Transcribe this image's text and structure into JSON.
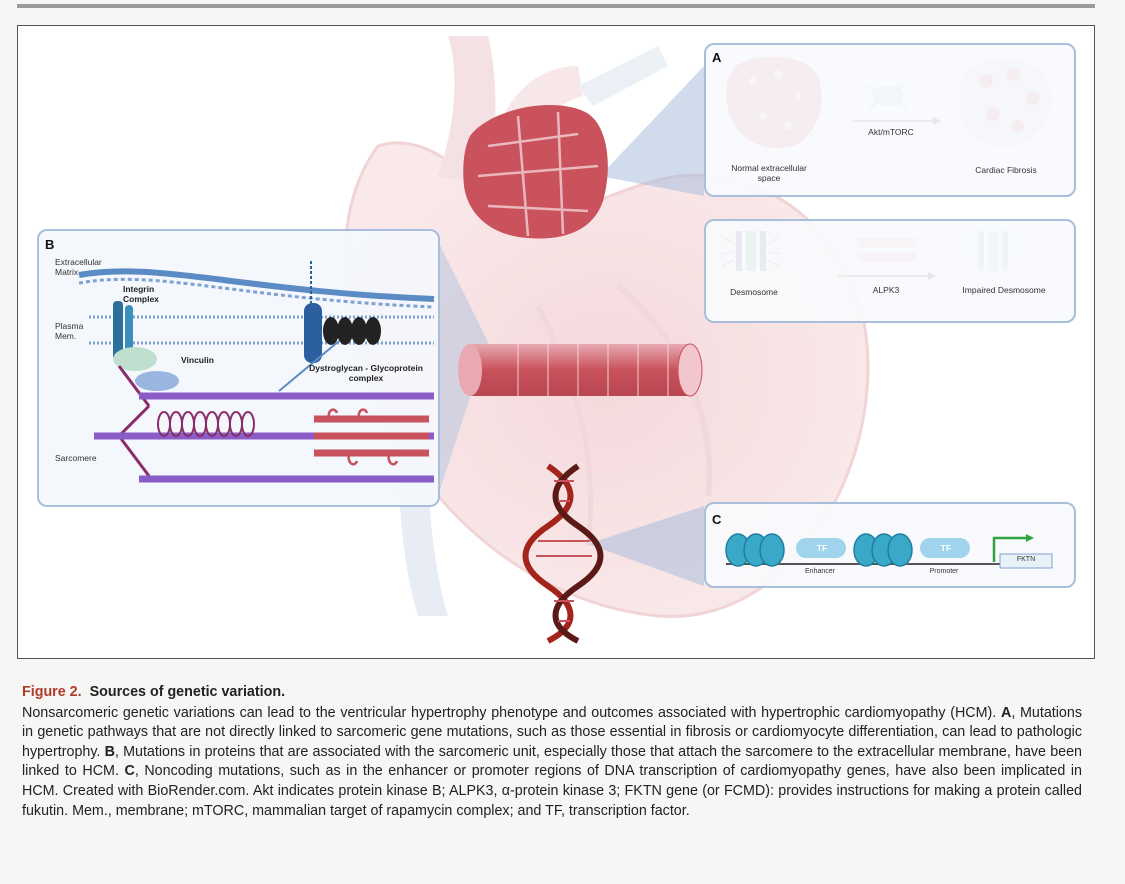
{
  "figure": {
    "panel_a": {
      "letter": "A",
      "normal_label": "Normal extracellular space",
      "arrow_label": "Akt/mTORC",
      "fibrosis_label": "Cardiac Fibrosis",
      "desmosome_label": "Desmosome",
      "alpk3_label": "ALPK3",
      "impaired_label": "Impaired Desmosome"
    },
    "panel_b": {
      "letter": "B",
      "extracellular_matrix": "Extracellular Matrix",
      "integrin_complex": "Integrin Complex",
      "plasma_mem": "Plasma Mem.",
      "vinculin": "Vinculin",
      "dystroglycan": "Dystroglycan - Glycoprotein complex",
      "sarcomere": "Sarcomere"
    },
    "panel_c": {
      "letter": "C",
      "tf1": "TF",
      "tf2": "TF",
      "enhancer": "Enhancer",
      "promoter": "Promoter",
      "gene": "FKTN"
    },
    "colors": {
      "panel_border": "#a9bedb",
      "tissue_red": "#c9525c",
      "membrane_blue": "#5b8bc4",
      "actin_purple": "#8a5cc7",
      "dna_red": "#a3241b",
      "nucleosome_teal": "#3aa9c9",
      "caption_red": "#b23a2a"
    }
  },
  "caption": {
    "figure_number": "Figure 2.",
    "title": "Sources of genetic variation.",
    "seg1": "Nonsarcomeric genetic variations can lead to the ventricular hypertrophy phenotype and outcomes associated with hypertrophic cardiomyopathy (HCM). ",
    "b_a": "A",
    "seg2": ", Mutations in genetic pathways that are not directly linked to sarcomeric gene mutations, such as those essential in fibrosis or cardiomyocyte differentiation, can lead to pathologic hypertrophy. ",
    "b_b": "B",
    "seg3": ", Mutations in proteins that are associated with the sarcomeric unit, especially those that attach the sarcomere to the extracellular membrane, have been linked to HCM. ",
    "b_c": "C",
    "seg4": ", Noncoding mutations, such as in the enhancer or promoter regions of DNA transcription of cardiomyopathy genes, have also been implicated in HCM. Created with BioRender.com. Akt indicates protein kinase B; ALPK3, α-protein kinase 3; FKTN gene (or FCMD): provides instructions for making a protein called fukutin. Mem., membrane; mTORC, mammalian target of rapamycin complex; and TF, transcription factor."
  }
}
